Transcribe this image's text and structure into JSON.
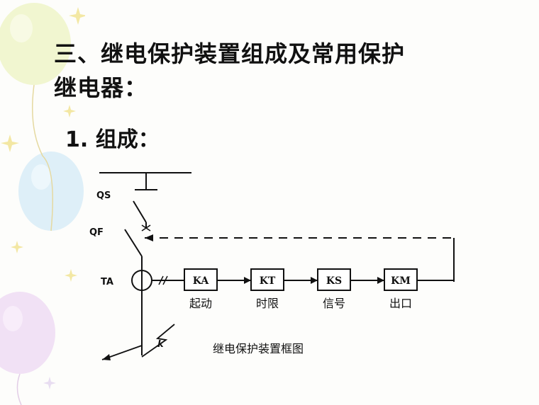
{
  "slide": {
    "title_line1": "三、继电保护装置组成及常用保护",
    "title_line2": "继电器：",
    "subtitle": "1. 组成："
  },
  "diagram": {
    "labels": {
      "qs": "QS",
      "qf": "QF",
      "ta": "TA",
      "fault": "k"
    },
    "blocks": [
      {
        "code": "KA",
        "name": "起动"
      },
      {
        "code": "KT",
        "name": "时限"
      },
      {
        "code": "KS",
        "name": "信号"
      },
      {
        "code": "KM",
        "name": "出口"
      }
    ],
    "caption": "继电保护装置框图"
  }
}
